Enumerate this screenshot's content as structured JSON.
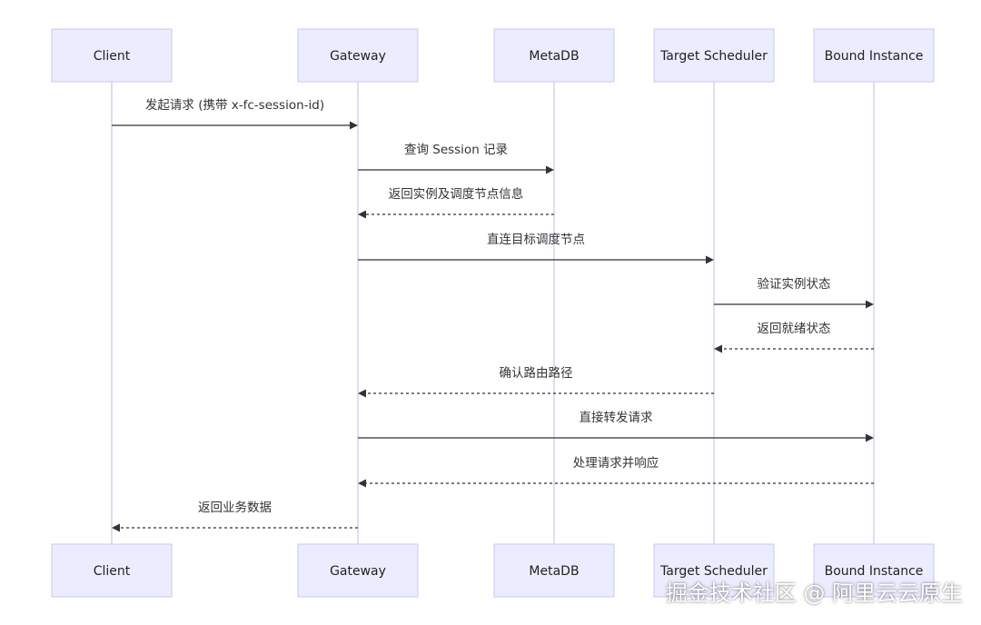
{
  "actors": [
    {
      "id": "client",
      "label": "Client"
    },
    {
      "id": "gateway",
      "label": "Gateway"
    },
    {
      "id": "metadb",
      "label": "MetaDB"
    },
    {
      "id": "scheduler",
      "label": "Target Scheduler"
    },
    {
      "id": "instance",
      "label": "Bound Instance"
    }
  ],
  "messages": [
    {
      "from": "client",
      "to": "gateway",
      "label": "发起请求 (携带 x-fc-session-id)",
      "style": "solid"
    },
    {
      "from": "gateway",
      "to": "metadb",
      "label": "查询 Session 记录",
      "style": "solid"
    },
    {
      "from": "metadb",
      "to": "gateway",
      "label": "返回实例及调度节点信息",
      "style": "dashed"
    },
    {
      "from": "gateway",
      "to": "scheduler",
      "label": "直连目标调度节点",
      "style": "solid"
    },
    {
      "from": "scheduler",
      "to": "instance",
      "label": "验证实例状态",
      "style": "solid"
    },
    {
      "from": "instance",
      "to": "scheduler",
      "label": "返回就绪状态",
      "style": "dashed"
    },
    {
      "from": "scheduler",
      "to": "gateway",
      "label": "确认路由路径",
      "style": "dashed"
    },
    {
      "from": "gateway",
      "to": "instance",
      "label": "直接转发请求",
      "style": "solid"
    },
    {
      "from": "instance",
      "to": "gateway",
      "label": "处理请求并响应",
      "style": "dashed"
    },
    {
      "from": "gateway",
      "to": "client",
      "label": "返回业务数据",
      "style": "dashed"
    }
  ],
  "watermark": "掘金技术社区 @ 阿里云云原生",
  "colors": {
    "actor_fill": "#ececff",
    "actor_border": "#c7c7f0",
    "lifeline": "#c9c9e6",
    "arrow": "#333333"
  }
}
